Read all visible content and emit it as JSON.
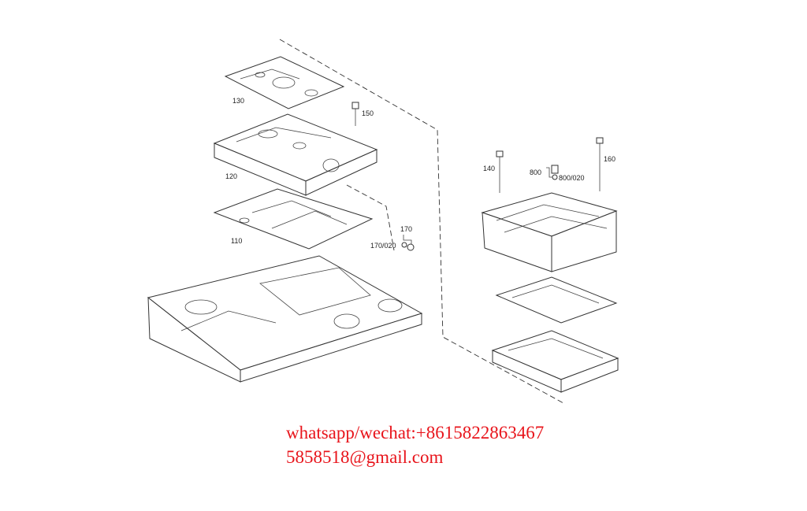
{
  "part_labels": {
    "p130": "130",
    "p150": "150",
    "p120": "120",
    "p110": "110",
    "p170": "170",
    "p170_020": "170/020",
    "p140": "140",
    "p800": "800",
    "p800_020": "800/020",
    "p160": "160"
  },
  "contact": {
    "phone": "whatsapp/wechat:+8615822863467",
    "email": "5858518@gmail.com"
  },
  "colors": {
    "contact_text": "#e8141b",
    "line": "#333333"
  }
}
